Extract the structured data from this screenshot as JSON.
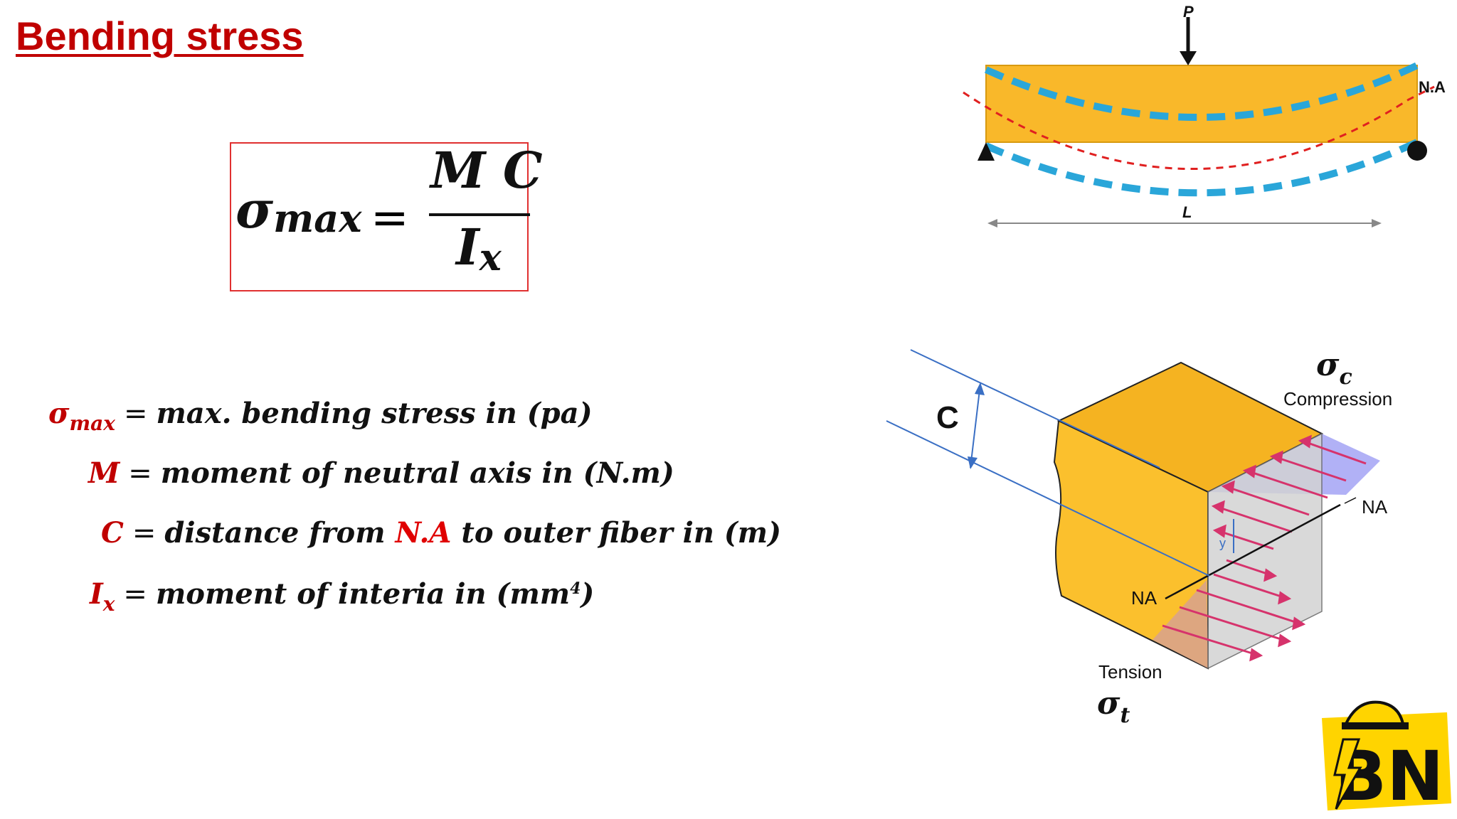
{
  "title": "Bending stress",
  "formula": {
    "lhs_symbol": "σ",
    "lhs_sub": "max",
    "equals": "=",
    "numerator": "M C",
    "denominator_symbol": "I",
    "denominator_sub": "x"
  },
  "definitions": [
    {
      "symbol": "σ",
      "sub": "max",
      "equals": "=",
      "text": "max. bending stress in (pa)"
    },
    {
      "symbol": "M",
      "sub": "",
      "equals": "=",
      "text": "moment of neutral axis in (N.m)"
    },
    {
      "symbol": "C",
      "sub": "",
      "equals": "=",
      "text_before": "distance from ",
      "highlight": "N.A",
      "text_after": " to outer fiber in (m)"
    },
    {
      "symbol": "I",
      "sub": "x",
      "equals": "=",
      "text": "moment of interia in (mm",
      "sup": "4",
      "text_end": ")"
    }
  ],
  "beam_diagram": {
    "load_label": "P",
    "neutral_axis_label": "N.A",
    "length_label": "L",
    "colors": {
      "beam": "#f9b82a",
      "deflection": "#2aa6d9",
      "neutral_axis": "#e02020"
    }
  },
  "section_diagram": {
    "distance_label": "C",
    "compression_symbol": "σ",
    "compression_sub": "c",
    "compression_label": "Compression",
    "tension_label": "Tension",
    "tension_symbol": "σ",
    "tension_sub": "t",
    "na_label_right": "NA",
    "na_label_left": "NA",
    "y_label": "y",
    "colors": {
      "block": "#fbc02d",
      "arrows": "#d6336c",
      "face": "#d3d3d3",
      "compression_fill": "#a9a9f5",
      "lines": "#3a6fc4"
    }
  },
  "logo": {
    "text": "BN",
    "colors": {
      "yellow": "#ffd400",
      "black": "#111111"
    }
  }
}
